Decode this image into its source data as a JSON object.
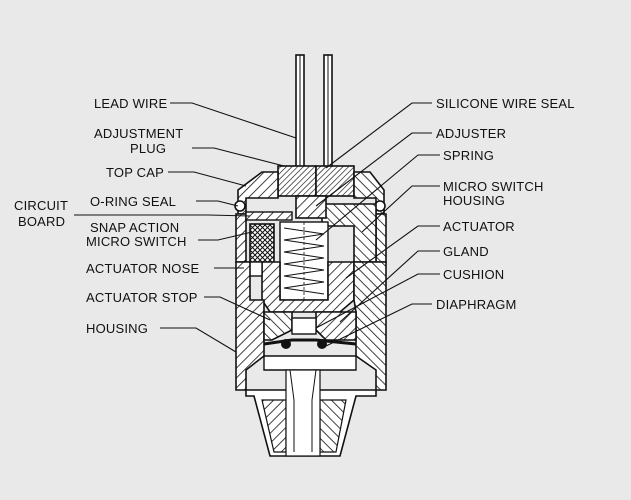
{
  "labels": {
    "lead_wire": "LEAD WIRE",
    "adjustment_plug_1": "ADJUSTMENT",
    "adjustment_plug_2": "PLUG",
    "top_cap": "TOP CAP",
    "o_ring_seal": "O-RING SEAL",
    "circuit_board_1": "CIRCUIT",
    "circuit_board_2": "BOARD",
    "snap_action_1": "SNAP ACTION",
    "snap_action_2": "MICRO SWITCH",
    "actuator_nose": "ACTUATOR NOSE",
    "actuator_stop": "ACTUATOR STOP",
    "housing": "HOUSING",
    "silicone_wire_seal": "SILICONE WIRE SEAL",
    "adjuster": "ADJUSTER",
    "spring": "SPRING",
    "micro_switch_housing_1": "MICRO SWITCH",
    "micro_switch_housing_2": "HOUSING",
    "actuator": "ACTUATOR",
    "gland": "GLAND",
    "cushion": "CUSHION",
    "diaphragm": "DIAPHRAGM"
  },
  "colors": {
    "background": "#e9e9e9",
    "line": "#111111",
    "fill": "#ffffff"
  }
}
